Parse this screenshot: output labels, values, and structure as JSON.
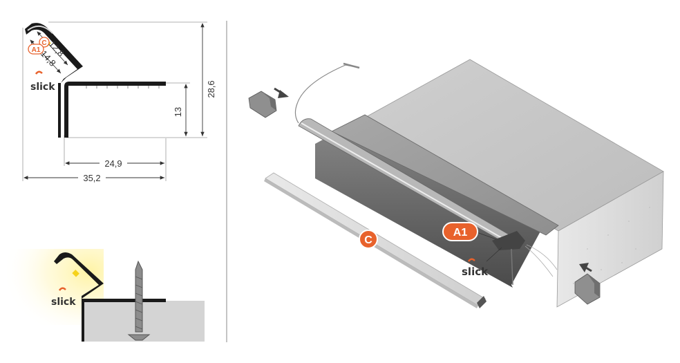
{
  "dimensions": {
    "width_total": "35,2",
    "width_inner": "24,9",
    "height_total": "28,6",
    "height_inner": "13",
    "diffuser_c": "12,8",
    "diffuser_a1": "14,8"
  },
  "labels": {
    "a1": "A1",
    "c": "C",
    "brand": "slick"
  },
  "colors": {
    "accent": "#e8622c",
    "profile": "#1a1a1a",
    "led": "#f5d21c",
    "divider": "#888888"
  }
}
